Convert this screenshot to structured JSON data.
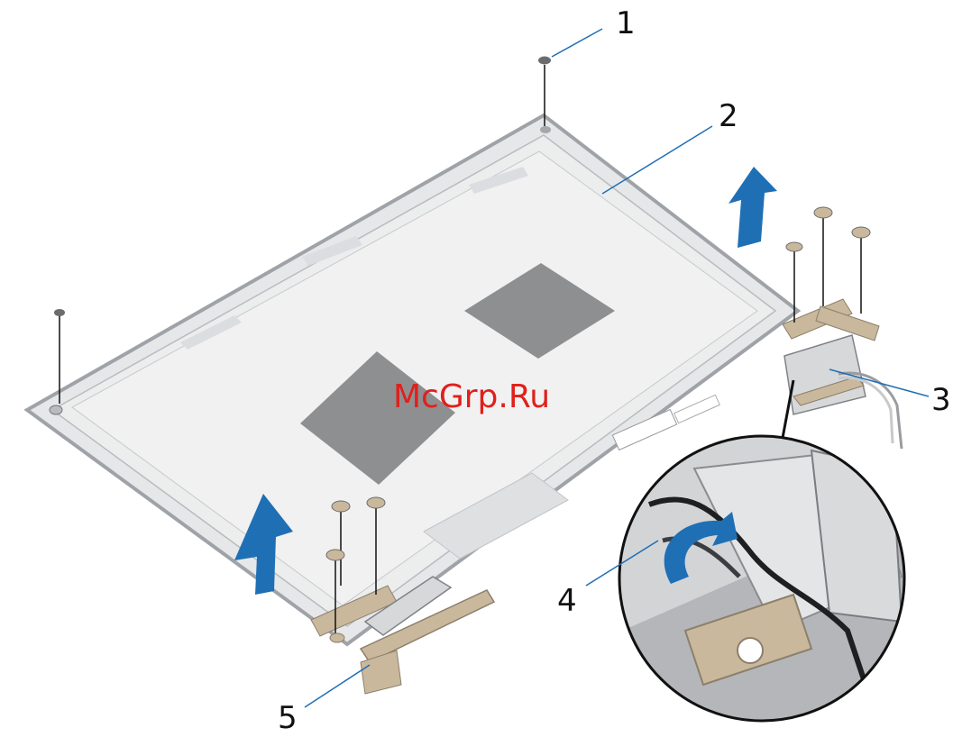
{
  "diagram": {
    "callouts": [
      {
        "id": "1",
        "label": "1"
      },
      {
        "id": "2",
        "label": "2"
      },
      {
        "id": "3",
        "label": "3"
      },
      {
        "id": "4",
        "label": "4"
      },
      {
        "id": "5",
        "label": "5"
      }
    ],
    "watermark": "McGrp.Ru",
    "colors": {
      "panel": "#e6e7e9",
      "panel_edge": "#9fa3a8",
      "foil_pad": "#8e8f91",
      "arrow": "#1f6fb5",
      "leader": "#1f6fb5",
      "hinge": "#c9b89c",
      "screw": "#6b6c6e",
      "watermark": "#e0201b"
    }
  }
}
